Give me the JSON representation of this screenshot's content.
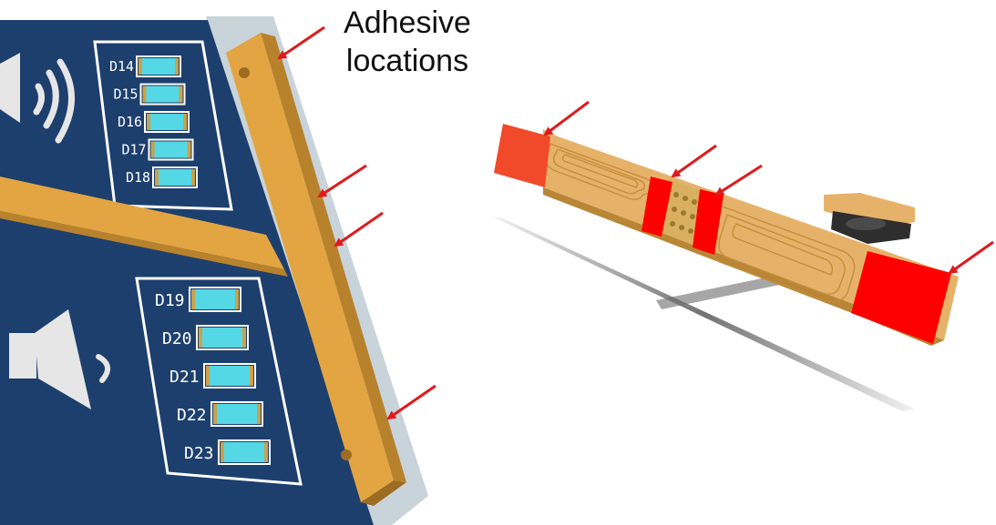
{
  "callout": {
    "line1": "Adhesive",
    "line2": "locations"
  },
  "led_groups": {
    "upper": [
      "D14",
      "D15",
      "D16",
      "D17",
      "D18"
    ],
    "lower": [
      "D19",
      "D20",
      "D21",
      "D22",
      "D23"
    ]
  },
  "icons": {
    "upper": "speaker-sound-waves-icon",
    "lower": "speaker-quiet-icon"
  },
  "colors": {
    "board": "#1d3f6e",
    "flex": "#e2a542",
    "adhesive": "#ff0000",
    "led": "#55d8e6",
    "arrow": "#e01a1a"
  }
}
